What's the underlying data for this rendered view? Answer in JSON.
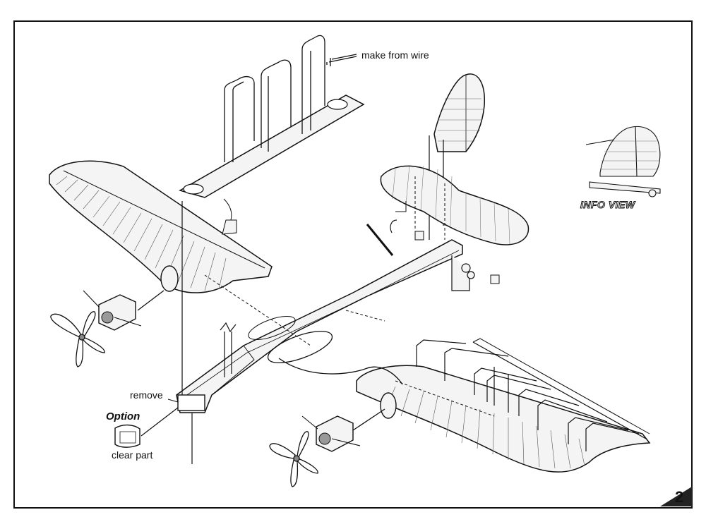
{
  "labels": {
    "make_from_wire": "make from wire",
    "info_view": "INFO VIEW",
    "remove": "remove",
    "option": "Option",
    "clear_part": "clear part",
    "page_number": "2"
  },
  "colors": {
    "ink": "#111111",
    "part_fill": "#f4f4f4",
    "background": "#ffffff"
  }
}
